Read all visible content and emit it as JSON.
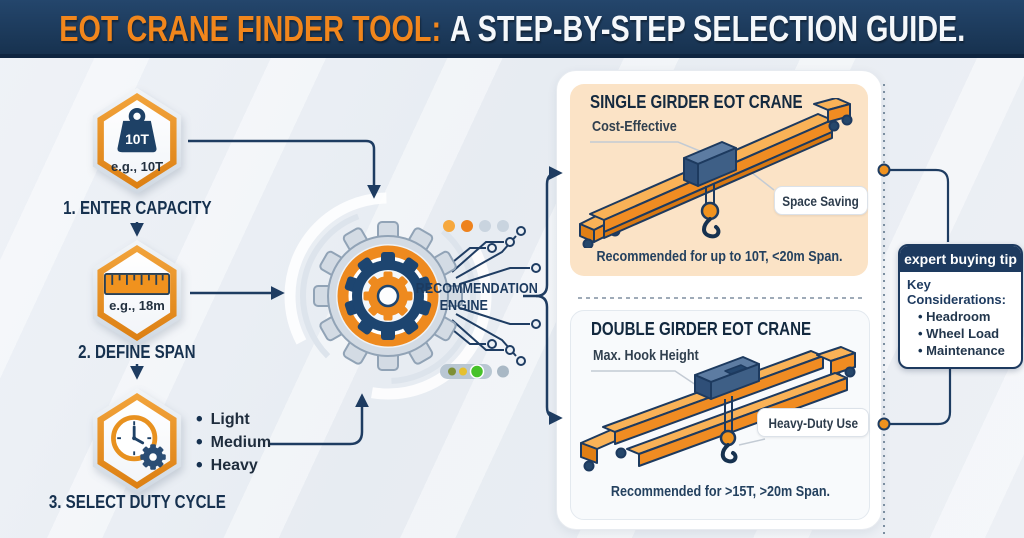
{
  "header": {
    "title_highlight": "EOT CRANE FINDER TOOL:",
    "title_rest": "A STEP-BY-STEP SELECTION GUIDE."
  },
  "steps": [
    {
      "label": "1. ENTER CAPACITY",
      "icon": "weight-icon",
      "icon_text": "10T",
      "example": "e.g., 10T"
    },
    {
      "label": "2. DEFINE SPAN",
      "icon": "ruler-icon",
      "example": "e.g., 18m"
    },
    {
      "label": "3. SELECT DUTY CYCLE",
      "icon": "clock-gear-icon",
      "options": [
        "Light",
        "Medium",
        "Heavy"
      ]
    }
  ],
  "engine": {
    "label_line1": "RECOMMENDATION",
    "label_line2": "ENGINE"
  },
  "results": [
    {
      "title": "SINGLE GIRDER EOT CRANE",
      "feature_left": "Cost-Effective",
      "feature_right": "Space Saving",
      "recommendation": "Recommended for up to 10T, <20m Span."
    },
    {
      "title": "DOUBLE GIRDER EOT CRANE",
      "feature_left": "Max. Hook Height",
      "feature_right": "Heavy-Duty Use",
      "recommendation": "Recommended for >15T, >20m Span."
    }
  ],
  "expert_tip": {
    "title": "expert buying tip",
    "subtitle": "Key Considerations:",
    "items": [
      "Headroom",
      "Wheel Load",
      "Maintenance"
    ]
  },
  "colors": {
    "navy": "#1d3a5f",
    "orange": "#ef8a1f",
    "peach": "#fbe3c6",
    "silver": "#d3dbe4",
    "green": "#47c229"
  }
}
